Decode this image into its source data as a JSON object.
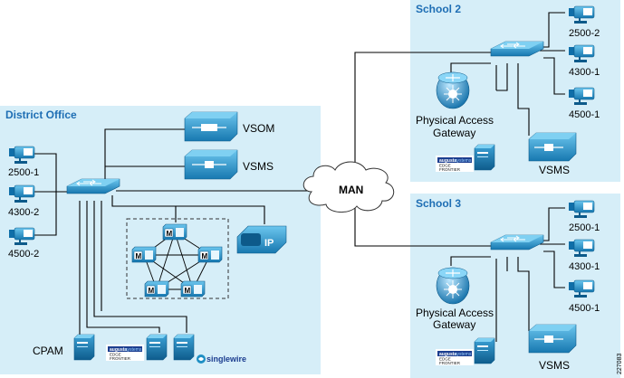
{
  "sites": {
    "district": {
      "title": "District Office"
    },
    "school2": {
      "title": "School 2"
    },
    "school3": {
      "title": "School 3"
    }
  },
  "labels": {
    "vsom": "VSOM",
    "vsms_district": "VSMS",
    "cam_2500_1": "2500-1",
    "cam_4300_2": "4300-2",
    "cam_4500_2": "4500-2",
    "cpam": "CPAM",
    "man": "MAN",
    "s2_cam_2500_2": "2500-2",
    "s2_cam_4300_1": "4300-1",
    "s2_cam_4500_1": "4500-1",
    "s2_pag_line1": "Physical Access",
    "s2_pag_line2": "Gateway",
    "s2_vsms": "VSMS",
    "s3_cam_2500_1": "2500-1",
    "s3_cam_4300_1": "4300-1",
    "s3_cam_4500_1": "4500-1",
    "s3_pag_line1": "Physical Access",
    "s3_pag_line2": "Gateway",
    "s3_vsms": "VSMS"
  },
  "logos": {
    "augusta": "augusta",
    "augusta_suffix": "systems",
    "edge": "EDGE",
    "frontier": "FRONTIER",
    "singlewire": "singlewire",
    "mcu_letter": "M",
    "ip": "IP"
  },
  "figure_id": "227083",
  "colors": {
    "site_bg": "#d6eef8",
    "device_blue": "#1e8fc4",
    "site_title": "#1e6eb4"
  }
}
